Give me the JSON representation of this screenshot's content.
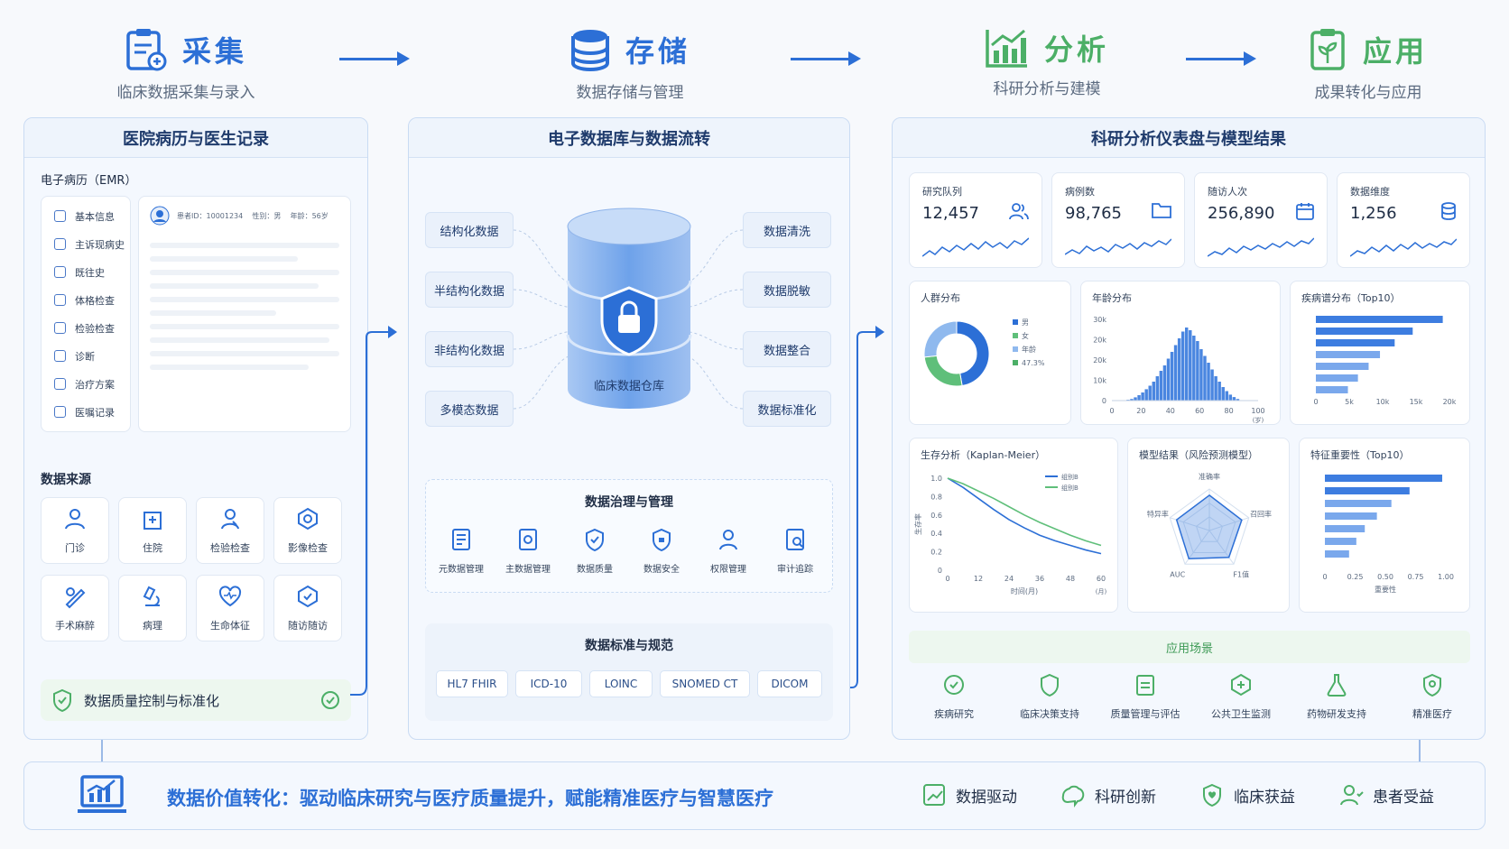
{
  "stages": [
    {
      "title": "采集",
      "subtitle": "临床数据采集与录入",
      "icon": "clipboard-icon"
    },
    {
      "title": "存储",
      "subtitle": "数据存储与管理",
      "icon": "database-icon"
    },
    {
      "title": "分析",
      "subtitle": "科研分析与建模",
      "icon": "bar-chart-icon"
    },
    {
      "title": "应用",
      "subtitle": "成果转化与应用",
      "icon": "plant-document-icon"
    }
  ],
  "panel1": {
    "title": "医院病历与医生记录",
    "emr_title": "电子病历（EMR）",
    "emr_items": [
      "基本信息",
      "主诉现病史",
      "既往史",
      "体格检查",
      "检验检查",
      "诊断",
      "治疗方案",
      "医嘱记录"
    ],
    "patient_header": "患者ID：10001234    性别：男    年龄：56岁",
    "sources_title": "数据来源",
    "sources": [
      "门诊",
      "住院",
      "检验检查",
      "影像检查",
      "手术麻醉",
      "病理",
      "生命体征",
      "随访随访"
    ],
    "quality": "数据质量控制与标准化"
  },
  "panel2": {
    "title": "电子数据库与数据流转",
    "inputs": [
      "结构化数据",
      "半结构化数据",
      "非结构化数据",
      "多模态数据"
    ],
    "outputs": [
      "数据清洗",
      "数据脱敏",
      "数据整合",
      "数据标准化"
    ],
    "db_label": "临床数据仓库",
    "governance_title": "数据治理与管理",
    "governance": [
      "元数据管理",
      "主数据管理",
      "数据质量",
      "数据安全",
      "权限管理",
      "审计追踪"
    ],
    "standards_title": "数据标准与规范",
    "standards": [
      "HL7 FHIR",
      "ICD-10",
      "LOINC",
      "SNOMED CT",
      "DICOM"
    ]
  },
  "panel3": {
    "title": "科研分析仪表盘与模型结果",
    "kpis": [
      {
        "label": "研究队列",
        "value": "12,457",
        "icon": "users-icon"
      },
      {
        "label": "病例数",
        "value": "98,765",
        "icon": "folder-icon"
      },
      {
        "label": "随访人次",
        "value": "256,890",
        "icon": "calendar-icon"
      },
      {
        "label": "数据维度",
        "value": "1,256",
        "icon": "database-icon"
      }
    ],
    "pop_title": "人群分布",
    "pop_legend": [
      "男",
      "女",
      "年龄",
      "47.3%"
    ],
    "age_title": "年龄分布",
    "disease_title": "疾病谱分布（Top10）",
    "km_title": "生存分析（Kaplan-Meier）",
    "km_xlabel": "时间(月)",
    "km_ylabel": "生存率",
    "km_unit": "(月)",
    "km_legend": [
      "组别B",
      "组别B"
    ],
    "model_title": "模型结果（风险预测模型）",
    "radar_labels": [
      "准确率",
      "召回率",
      "F1值",
      "AUC",
      "特异率"
    ],
    "feat_title": "特征重要性（Top10）",
    "feat_xlabel": "重要性",
    "age_unit": "(岁)",
    "apps_title": "应用场景",
    "apps": [
      "疾病研究",
      "临床决策支持",
      "质量管理与评估",
      "公共卫生监测",
      "药物研发支持",
      "精准医疗"
    ]
  },
  "bottom": {
    "headline": "数据价值转化：驱动临床研究与医疗质量提升，赋能精准医疗与智慧医疗",
    "items": [
      "数据驱动",
      "科研创新",
      "临床获益",
      "患者受益"
    ]
  },
  "colors": {
    "primary": "#2c6fd6",
    "green": "#4caf67",
    "panel_bg": "#f4f8fe",
    "border": "#c9dbf3"
  },
  "chart_data": [
    {
      "type": "pie",
      "title": "人群分布",
      "values": [
        47.3,
        26,
        26.7
      ],
      "legend": [
        "男",
        "女",
        "年龄"
      ]
    },
    {
      "type": "bar",
      "title": "年龄分布",
      "x": [
        10,
        12.5,
        15,
        17.5,
        20,
        22.5,
        25,
        27.5,
        30,
        32.5,
        35,
        37.5,
        40,
        42.5,
        45,
        47.5,
        50,
        52.5,
        55,
        57.5,
        60,
        62.5,
        65,
        67.5,
        70,
        72.5,
        75,
        77.5,
        80,
        82.5,
        85
      ],
      "values": [
        0.3,
        0.6,
        1.2,
        2.0,
        3.0,
        4.2,
        5.5,
        7.0,
        9.0,
        11.0,
        13.0,
        15.5,
        18.0,
        20.5,
        23.0,
        25.5,
        27.0,
        26.0,
        24.0,
        22.0,
        19.0,
        16.5,
        14.0,
        11.5,
        9.0,
        7.0,
        5.0,
        3.5,
        2.2,
        1.3,
        0.6
      ],
      "xlim": [
        0,
        100
      ],
      "ylim": [
        0,
        30
      ],
      "xticks": [
        "0",
        "20",
        "40",
        "60",
        "80",
        "100"
      ],
      "yticks": [
        "0",
        "10k",
        "20k",
        "20k",
        "30k"
      ]
    },
    {
      "type": "bar",
      "title": "疾病谱分布（Top10）",
      "orientation": "horizontal",
      "values": [
        19000,
        14500,
        11800,
        9600,
        7900,
        6300,
        4800
      ],
      "xlim": [
        0,
        20000
      ],
      "xticks": [
        "0",
        "5k",
        "10k",
        "15k",
        "20k"
      ]
    },
    {
      "type": "line",
      "title": "生存分析（Kaplan-Meier）",
      "x": [
        0,
        6,
        12,
        18,
        24,
        30,
        36,
        42,
        48,
        54,
        60
      ],
      "series": [
        {
          "name": "组别B",
          "values": [
            1.0,
            0.9,
            0.78,
            0.66,
            0.55,
            0.46,
            0.38,
            0.32,
            0.27,
            0.22,
            0.18
          ]
        },
        {
          "name": "组别B",
          "values": [
            1.0,
            0.94,
            0.86,
            0.78,
            0.69,
            0.6,
            0.52,
            0.45,
            0.38,
            0.32,
            0.27
          ]
        }
      ],
      "xlim": [
        0,
        60
      ],
      "ylim": [
        0,
        1.0
      ],
      "xticks": [
        "0",
        "12",
        "24",
        "36",
        "48",
        "60"
      ],
      "yticks": [
        "0",
        "0.2",
        "0.4",
        "0.6",
        "0.8",
        "1.0"
      ]
    },
    {
      "type": "radar",
      "title": "模型结果（风险预测模型）",
      "categories": [
        "准确率",
        "召回率",
        "F1值",
        "AUC",
        "特异率"
      ],
      "values": [
        0.85,
        0.82,
        0.8,
        0.84,
        0.83
      ]
    },
    {
      "type": "bar",
      "title": "特征重要性（Top10）",
      "orientation": "horizontal",
      "values": [
        0.97,
        0.7,
        0.55,
        0.43,
        0.33,
        0.26,
        0.2
      ],
      "xlim": [
        0,
        1.0
      ],
      "xticks": [
        "0",
        "0.25",
        "0.50",
        "0.75",
        "1.00"
      ]
    }
  ]
}
